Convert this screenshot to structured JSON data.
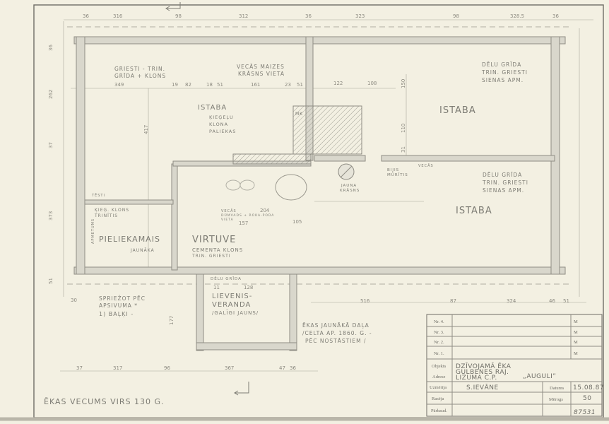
{
  "rooms": {
    "istaba_top_left": "ISTABA",
    "istaba_top_right": "ISTABA",
    "istaba_bottom_right": "ISTABA",
    "pieliekamais": "PIELIEKAMAIS",
    "virtuve": "VIRTUVE",
    "lievenis": "LIEVENIS-",
    "veranda": "VERANDA",
    "veranda_note": "/GALĪGI JAUNS/"
  },
  "notes": {
    "griesti_l1": "GRIESTI - TRIN.",
    "griesti_l2": "GRĪDA + KLONS",
    "maizes_l1": "VECĀS MAIZES",
    "maizes_l2": "KRĀSNS VIETA",
    "dēlu_top_l1": "DĒLU GRĪDA",
    "dēlu_top_l2": "TRIN. GRIESTI",
    "dēlu_top_l3": "SIENAS APM.",
    "dēlu_bot_l1": "DĒLU GRĪDA",
    "dēlu_bot_l2": "TRIN. GRIESTI",
    "dēlu_bot_l3": "SIENAS APM.",
    "kiegelu_l1": "ĶIEĢEĻU",
    "kiegelu_l2": "KLONA",
    "kiegelu_l3": "PALIEKAS",
    "jauna_krasns_l1": "JAUNA",
    "jauna_krasns_l2": "KRĀSNS",
    "bijis_l1": "BIJIS",
    "bijis_l2": "MŪRĪTIS",
    "vecas": "VECĀS",
    "kieg_klons_l1": "ĶIEĢ. KLONS",
    "kieg_klons_l2": "TRINĪTIS",
    "jaunaka": "JAUNĀKA",
    "apmetums": "APMETUMS",
    "tesiti": "TĒSTI",
    "cementa_l1": "CEMENTA KLONS",
    "cementa_l2": "TRIN. GRIESTI",
    "vecas_plits_l1": "VECĀS",
    "vecas_plits_l2": "DŪMVADS + ROKA-PODA",
    "vecas_plits_l3": "VIETA",
    "delu_grida_veranda": "DĒLU GRĪDA",
    "sprieżot_l1": "SPRIEŽOT PĒC",
    "sprieżot_l2": "APSIVUMA *",
    "sprieżot_l3": "1) BAĻĶI -",
    "jaunaka_dala_l1": "ĒKAS JAUNĀKĀ DAĻA",
    "jaunaka_dala_l2": "/CELTA AP. 1860. G. -",
    "jaunaka_dala_l3": "PĒC NOSTĀSTIEM /",
    "age": "ĒKAS VECUMS VIRS 130 G.",
    "mk": "MK"
  },
  "dimensions": {
    "top": [
      "36",
      "316",
      "98",
      "312",
      "36",
      "323",
      "98",
      "328.5",
      "36"
    ],
    "interior_row": [
      "349",
      "19",
      "82",
      "18",
      "51",
      "161",
      "23",
      "51",
      "122",
      "108"
    ],
    "right_vertical": [
      "150",
      "110",
      "31"
    ],
    "left_vertical": [
      "36",
      "262",
      "37",
      "373",
      "51"
    ],
    "bottom_right": [
      "516",
      "87",
      "324",
      "46",
      "51"
    ],
    "bottom": [
      "37",
      "317",
      "96",
      "367",
      "47",
      "36"
    ],
    "misc": [
      "417",
      "30",
      "177",
      "157",
      "204",
      "128",
      "105",
      "11"
    ]
  },
  "title_block": {
    "revisions": [
      {
        "label": "Nr. 4.",
        "m": "M"
      },
      {
        "label": "Nr. 3.",
        "m": "M"
      },
      {
        "label": "Nr. 2.",
        "m": "M"
      },
      {
        "label": "Nr. 1.",
        "m": "M"
      }
    ],
    "objekts_label": "Objekts",
    "objekts_value": "DZĪVOJAMĀ ĒKA",
    "adrese_label": "Adrese",
    "adrese_line1": "GULBENES RAJ.",
    "adrese_line2": "LIZUMA C.P.",
    "adrese_name": "„AUGULI”",
    "uzmerija_label": "Uzmērīja",
    "uzmerija_value": "S.IEVĀNE",
    "datums_label": "Datums",
    "datums_value": "15.08.87",
    "rasėja_label": "Rasēja",
    "merogs_label": "Mērogs",
    "merogs_value": "50",
    "parbaud_label": "Pārbaud.",
    "sheet_number": "87531"
  }
}
